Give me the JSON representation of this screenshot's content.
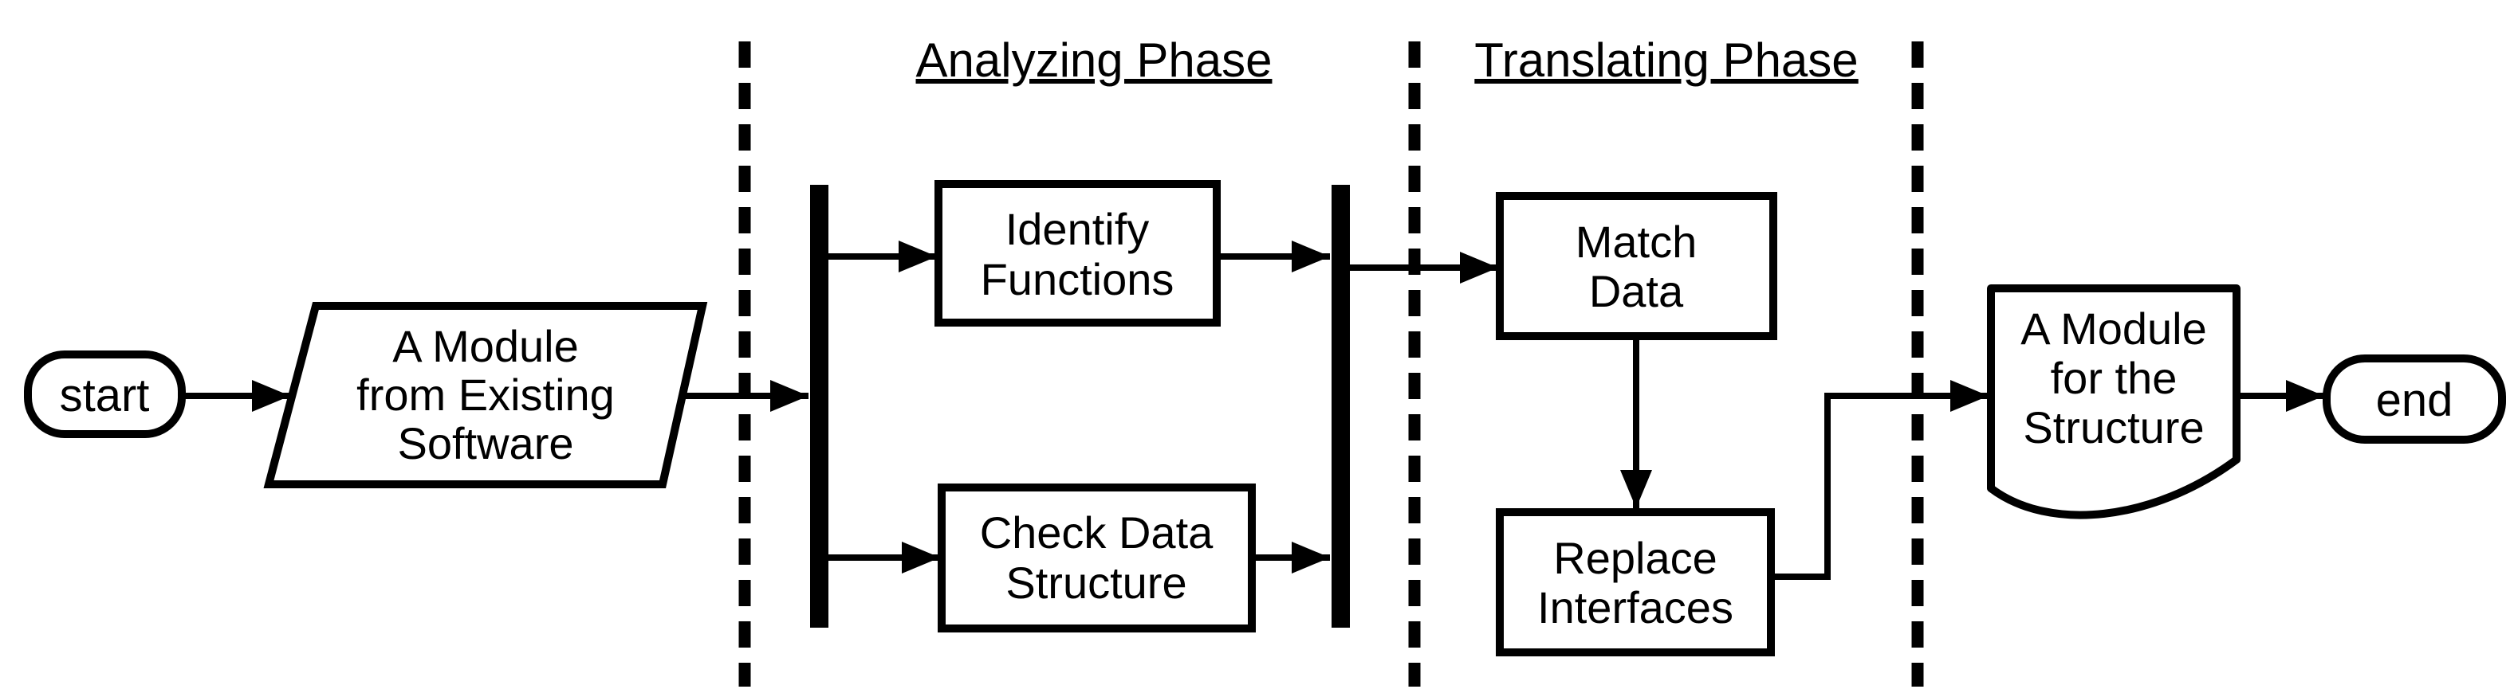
{
  "canvas": {
    "background": "#ffffff",
    "ink": "#000000"
  },
  "phases": {
    "analyzing": {
      "label": "Analyzing Phase"
    },
    "translating": {
      "label": "Translating Phase"
    }
  },
  "nodes": {
    "start": {
      "label": "start"
    },
    "module_in": {
      "line1": "A Module",
      "line2": "from Existing",
      "line3": "Software"
    },
    "identify": {
      "line1": "Identify",
      "line2": "Functions"
    },
    "check": {
      "line1": "Check Data",
      "line2": "Structure"
    },
    "match": {
      "line1": "Match",
      "line2": "Data"
    },
    "replace": {
      "line1": "Replace",
      "line2": "Interfaces"
    },
    "module_out": {
      "line1": "A Module",
      "line2": "for the",
      "line3": "Structure"
    },
    "end": {
      "label": "end"
    }
  }
}
